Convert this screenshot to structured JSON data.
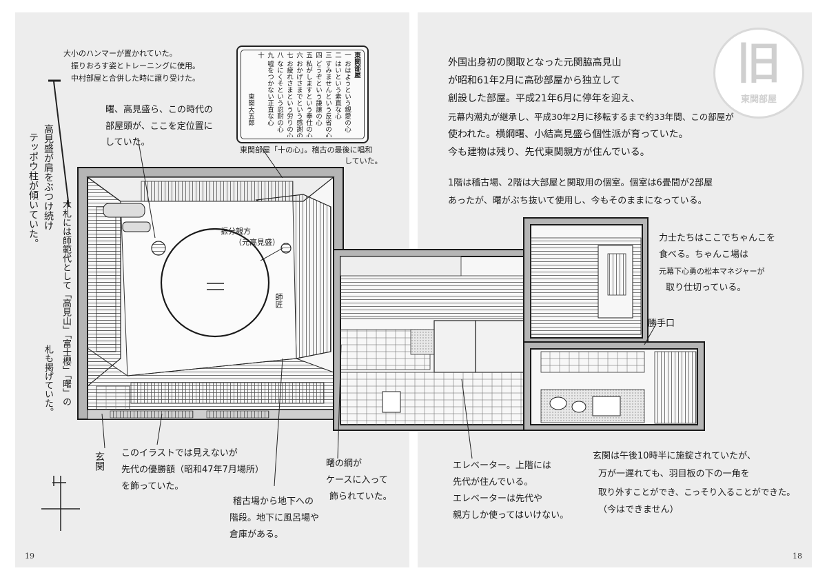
{
  "left_page": {
    "number": "19",
    "notes": {
      "hammer_1": "大小のハンマーが置かれていた。",
      "hammer_2": "振りおろす姿とトレーニングに使用。",
      "hammer_3": "中村部屋と合併した時に譲り受けた。",
      "akebono_1": "曙、高見盛ら、この時代の",
      "akebono_2": "部屋頭が、ここを定位置に",
      "akebono_3": "していた。",
      "teppo_1": "高見盛が肩をぶつけ続け",
      "teppo_2": "テッポウ柱が傾いていた。",
      "wood_1": "木札には師範代として「高見山」「富士櫻」「曙」の",
      "wood_2": "札も掲げていた。",
      "oyakata_1": "振分親方",
      "oyakata_2": "（元高見盛）",
      "shihan": "師匠",
      "genkan": "玄関",
      "trophy_1": "このイラストでは見えないが",
      "trophy_2": "先代の優勝額（昭和47年7月場所）",
      "trophy_3": "を飾っていた。",
      "stairs_1": "稽古場から地下への",
      "stairs_2": "階段。地下に風呂場や",
      "stairs_3": "倉庫がある。",
      "tsuna_1": "曙の綱が",
      "tsuna_2": "ケースに入って",
      "tsuna_3": "飾られていた。",
      "dohyo_mark": "二"
    }
  },
  "sign": {
    "title": "東関部屋",
    "lines": [
      "一 おはようという親愛の心",
      "二 はいという素直な心",
      "三 すみませんという反省の心",
      "四 どうぞという謙譲の心",
      "五 私がしますという奉仕の心",
      "六 おかげさまでという感謝の心",
      "七 お疲れさまという労りの心",
      "八 なにくそという忍耐の心",
      "九 嘘をつかない正直な心",
      "十"
    ],
    "signature": "東関大五郎",
    "caption_1": "東関部屋「十の心」。稽古の最後に唱和",
    "caption_2": "していた。"
  },
  "right_page": {
    "number": "18",
    "intro_1": "外国出身初の関取となった元関脇高見山",
    "intro_2": "が昭和61年2月に高砂部屋から独立して",
    "intro_3": "創設した部屋。平成21年6月に停年を迎え、",
    "intro_4": "元幕内潮丸が継承し、平成30年2月に移転するまで約33年間、この部屋が",
    "intro_5": "使われた。横綱曙、小結高見盛ら個性派が育っていた。",
    "intro_6": "今も建物は残り、先代東関親方が住んでいる。",
    "floors_1": "1階は稽古場、2階は大部屋と関取用の個室。個室は6畳間が2部屋",
    "floors_2": "あったが、曙がぶち抜いて使用し、今もそのままになっている。",
    "chanko_1": "力士たちはここでちゃんこを",
    "chanko_2": "食べる。ちゃんこ場は",
    "chanko_3": "元幕下心勇の松本マネジャーが",
    "chanko_4": "取り仕切っている。",
    "katteguchi": "勝手口",
    "elevator_1": "エレベーター。上階には",
    "elevator_2": "先代が住んでいる。",
    "elevator_3": "エレベーターは先代や",
    "elevator_4": "親方しか使ってはいけない。",
    "door_1": "玄関は午後10時半に施錠されていたが、",
    "door_2": "万が一遅れても、羽目板の下の一角を",
    "door_3": "取り外すことができ、こっそり入ることができた。",
    "door_4": "（今はできません）"
  },
  "badge": {
    "main": "旧",
    "sub": "東関部屋"
  },
  "colors": {
    "page": "#ededed",
    "ink": "#1a1a1a",
    "badge": "#cfcfcf"
  }
}
